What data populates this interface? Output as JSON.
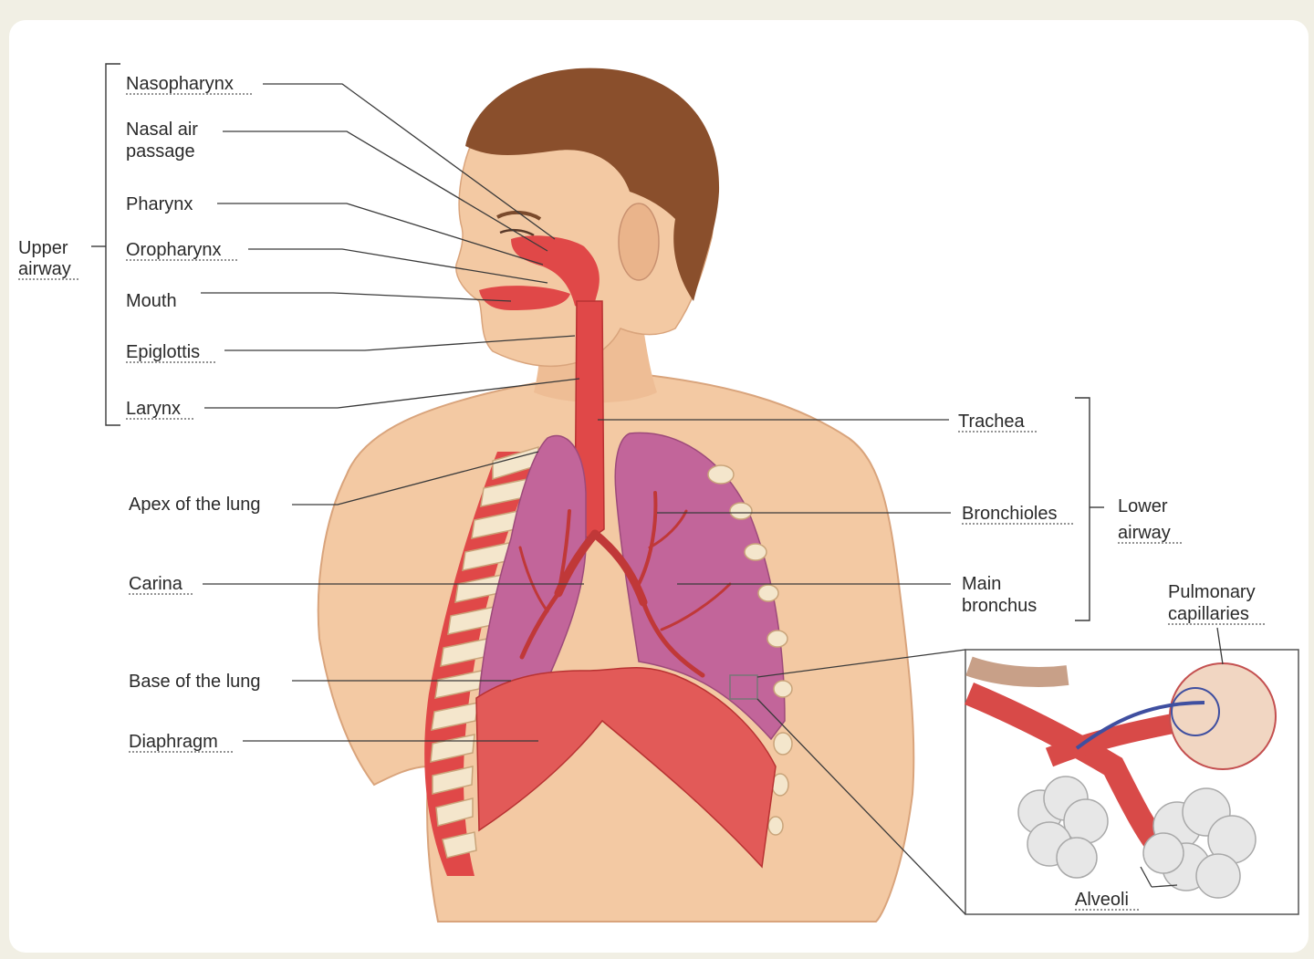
{
  "upper_airway_labels": [
    "Nasopharynx",
    "Nasal air",
    "passage",
    "Pharynx",
    "Oropharynx",
    "Mouth",
    "Epiglottis",
    "Larynx"
  ],
  "upper_airway_group": [
    "Upper",
    "airway"
  ],
  "left_labels": [
    "Apex of the lung",
    "Carina",
    "Base of the lung",
    "Diaphragm"
  ],
  "right_labels": [
    "Trachea",
    "Bronchioles",
    "Main",
    "bronchus"
  ],
  "lower_airway_group": [
    "Lower",
    "airway"
  ],
  "inset_labels": [
    "Pulmonary",
    "capillaries",
    "Alveoli"
  ],
  "colors": {
    "skin": "#f3c9a3",
    "hair": "#8a4f2c",
    "airway": "#e04848",
    "lung": "#c2659a",
    "diaphragm": "#e25a58",
    "rib": "#f4e6cc"
  }
}
